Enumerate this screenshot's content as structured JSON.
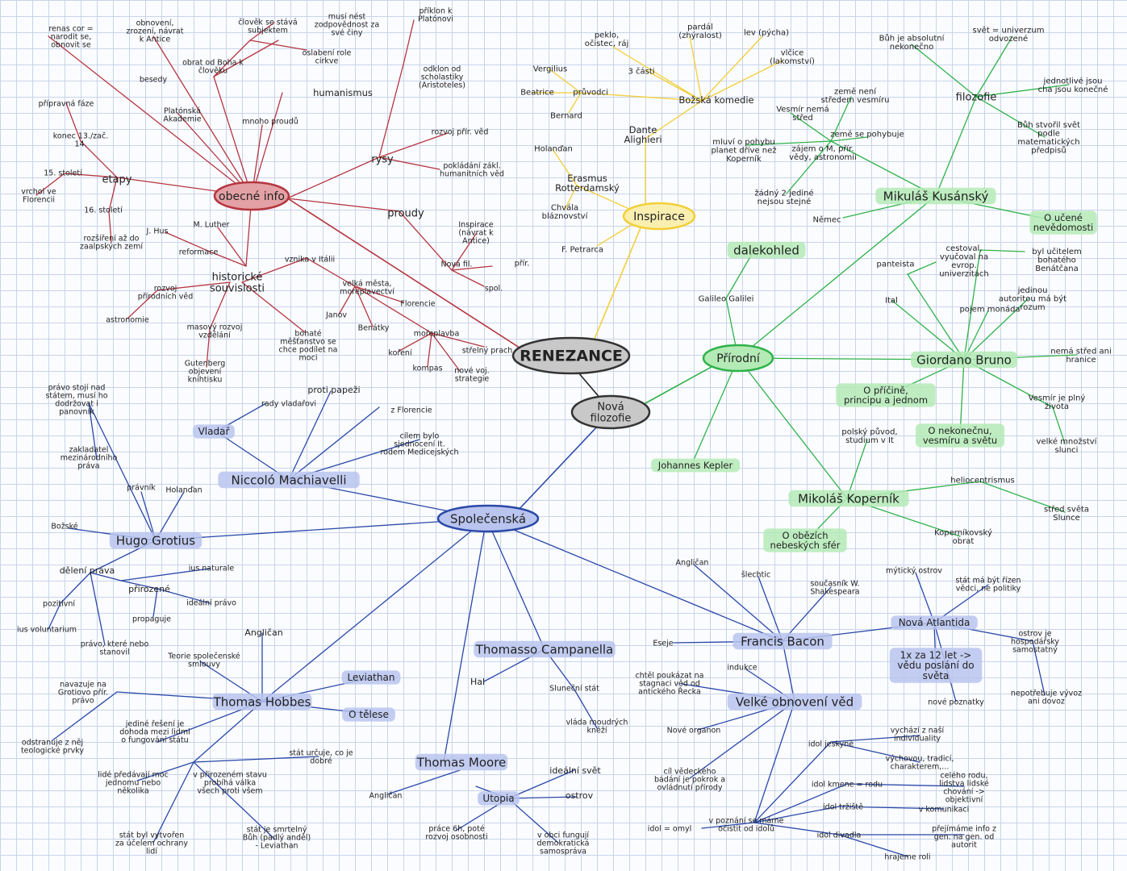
{
  "colors": {
    "ink": "#222222",
    "red": "#b5363f",
    "red_fill": "#e3a1a5",
    "yellow": "#f2cf36",
    "yellow_fill": "#fbefb0",
    "green": "#2fb34a",
    "green_fill": "#b4eab6",
    "blue": "#2a49a8",
    "blue_fill": "#b9c4ef",
    "gray_fill": "#c8c8c8",
    "gray_stroke": "#333333"
  },
  "center": "RENEZANCE",
  "nova": "Nová filozofie",
  "hubs": {
    "obecne": "obecné info",
    "inspirace": "Inspirace",
    "prirodni": "Přírodní",
    "spolecenska": "Společenská"
  },
  "red_labels": [
    "renas cor = narodit se, obnovit se",
    "obnovení, zrození, návrat k Antice",
    "člověk se stává subjektem",
    "musí nést zodpovědnost za své činy",
    "oslabení role církve",
    "obrat od Boha k člověku",
    "besedy",
    "Platónská Akademie",
    "humanismus",
    "mnoho proudů",
    "příklon k Platónovi",
    "odklon od scholastiky (Aristoteles)",
    "rysy",
    "rozvoj přír. věd",
    "pokládání zákl. humanitních věd",
    "přípravná fáze",
    "konec 13./zač. 14.",
    "15. století",
    "etapy",
    "vrchol ve Florencii",
    "16. století",
    "rozšíření až do zaalpských zemí",
    "proudy",
    "Inspirace (návrat k Antice)",
    "Nová fil.",
    "přír.",
    "spol.",
    "M. Luther",
    "J. Hus",
    "reformace",
    "historické souvislosti",
    "rozvoj přírodních věd",
    "astronomie",
    "masový rozvoj vzdělání",
    "Gutenberg objevení knihtisku",
    "vznika v Itálii",
    "velká města, moreplavectví",
    "Janov",
    "Florencie",
    "Benátky",
    "bohaté měšťanstvo se chce podílet na moci",
    "mořeplavba",
    "koření",
    "kompas",
    "střelný prach",
    "nové voj. strategie"
  ],
  "yellow_labels": [
    "peklo, očistec, ráj",
    "3 části",
    "pardál (zhýralost)",
    "lev (pýcha)",
    "vlčice (lakomství)",
    "Vergilius",
    "Beatrice",
    "průvodci",
    "Bernard",
    "Božská komedie",
    "Dante Alighieri",
    "Holanďan",
    "Erasmus Rotterdamský",
    "Chvála bláznovství",
    "F. Petrarca"
  ],
  "green_labels": [
    "Bůh je absolutní nekonečno",
    "svět = univerzum odvozené",
    "jednotlivé jsou cha jsou konečné",
    "filozofie",
    "Bůh stvořil svět podle matematických předpisů",
    "země není středem vesmíru",
    "Vesmír nemá střed",
    "země se pohybuje",
    "mluví o pohybu planet dříve než Koperník",
    "zájem o M, přír. vědy, astronomii",
    "žádný 2 jediné nejsou stejné",
    "Mikuláš Kusánský",
    "Němec",
    "O učené nevědomosti",
    "dalekohled",
    "Galileo Galilei",
    "panteista",
    "cestoval, vyučoval na evrop. univerzitách",
    "byl učitelem bohatého Benátčana",
    "Ital",
    "pojem monáda",
    "jedinou autoritou má být rozum",
    "nemá střed ani hranice",
    "Giordano Bruno",
    "O příčině, principu a jednom",
    "O nekonečnu, vesmíru a světu",
    "Vesmír je plný života",
    "velké množství slunci",
    "Johannes Kepler",
    "polský původ, studium v It",
    "heliocentrismus",
    "střed světa Slunce",
    "Mikoláš Koperník",
    "Koperníkovský obrat",
    "O obězích nebeských sfér"
  ],
  "blue_labels": [
    "právo stojí nad státem, musí ho dodržovat i panovník",
    "rady vladařovi",
    "proti papeži",
    "z Florencie",
    "Vladař",
    "cílem bylo sjednocení It. rodem Medicejských",
    "Niccoló Machiavelli",
    "zakladatel mezinárodního práva",
    "právník",
    "Holanďan",
    "Božské",
    "Hugo Grotius",
    "dělení práva",
    "ius naturale",
    "přirozené",
    "ideální právo",
    "pozitivní",
    "propaguje",
    "ius voluntarium",
    "právo, které nebo stanovil",
    "Angličan",
    "Teorie společenské smlouvy",
    "Leviathan",
    "navazuje na Grotiovo přír. právo",
    "Thomas Hobbes",
    "O tělese",
    "odstranuje z něj teologické prvky",
    "jediné řešení je dohoda mezi lidmi o fungování státu",
    "stát určuje, co je dobré",
    "lidé předávají moc jednomu nebo několika",
    "v přirozeném stavu probíhá válka všech proti všem",
    "stát byl vytvořen za účelem ochrany lidí",
    "stát je smrtelný Bůh (padlý anděl) - Leviathan",
    "Thomasso Campanella",
    "Hal",
    "Sluneční stát",
    "vláda moudrých kněží",
    "Thomas Moore",
    "ideální svět",
    "Angličan",
    "Utopia",
    "ostrov",
    "práce 6h, poté rozvoj osobnosti",
    "v obci fungují demokratická samospráva",
    "Angličan",
    "šlechtic",
    "současník W. Shakespeara",
    "mýtický ostrov",
    "stát má být řízen vědci, ne politiky",
    "Eseje",
    "Francis Bacon",
    "Nová Atlantida",
    "ostrov je hospodářsky samostatný",
    "chtěl poukázat na stagnaci věd od antického Řecka",
    "indukce",
    "1x za 12 let -> vědu poslání do světa",
    "Velké obnovení věd",
    "nové poznatky",
    "nepotřebuje vývoz ani dovoz",
    "Nové organon",
    "vychází z naší individuality",
    "idol jeskyně",
    "výchovou, tradicí, charakterem,...",
    "cíl vědeckého bádání je pokrok a ovládnutí přírody",
    "idol kmene = rodu",
    "celého rodu, lidstva lidské chování -> objektivní",
    "idol tržiště",
    "v komunikaci",
    "v poznání se máme očistit od idolů",
    "idol = omyl",
    "idol divadla",
    "přejímáme info z gen. na gen. od autorit",
    "hrajeme roli"
  ]
}
